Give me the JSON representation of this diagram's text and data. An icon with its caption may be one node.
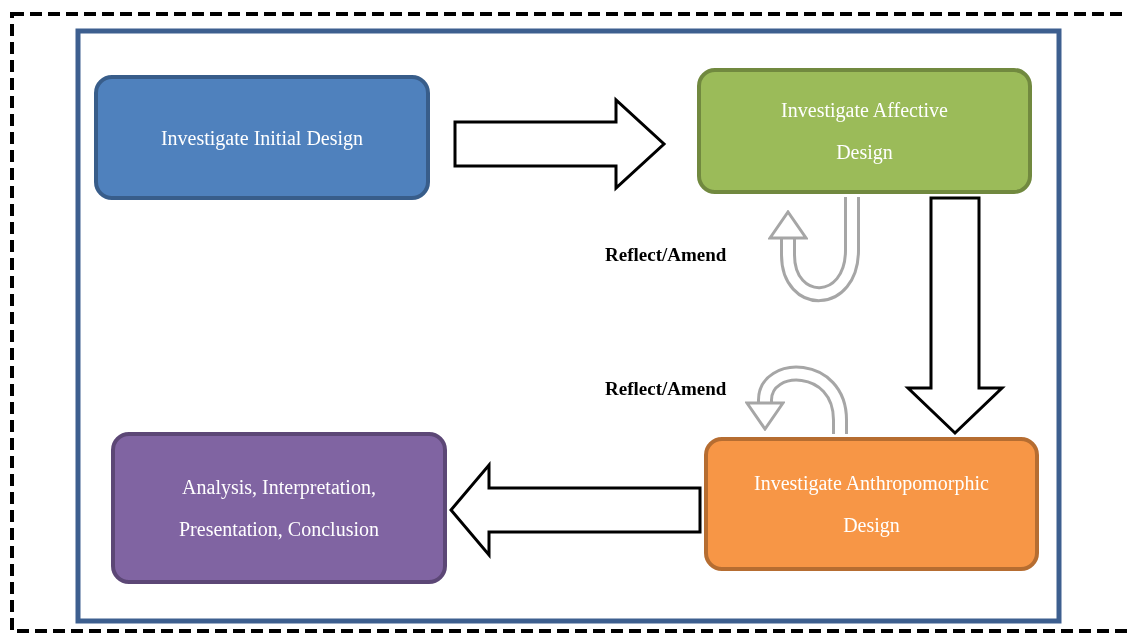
{
  "diagram": {
    "nodes": [
      {
        "text": [
          "Investigate Initial Design"
        ]
      },
      {
        "text": [
          "Investigate Affective Design"
        ]
      },
      {
        "text": [
          "Investigate Anthropomorphic Design"
        ]
      },
      {
        "text": [
          "Analysis, Interpretation, Presentation, Conclusion"
        ]
      }
    ],
    "edges": [
      {
        "from": 0,
        "to": 1,
        "arrow": "to"
      },
      {
        "from": 1,
        "to": 1,
        "arrow": "to",
        "label": "Reflect/Amend",
        "color": "#a6a6a6"
      },
      {
        "from": 1,
        "to": 2,
        "arrow": "to"
      },
      {
        "from": 2,
        "to": 2,
        "arrow": "to",
        "label": "Reflect/Amend",
        "color": "#a6a6a6"
      },
      {
        "from": 2,
        "to": 3,
        "arrow": "to"
      }
    ]
  }
}
